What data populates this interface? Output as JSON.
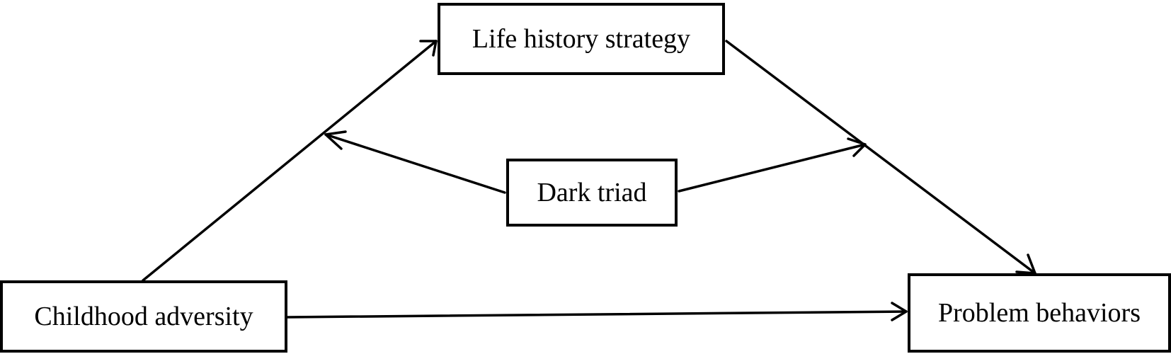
{
  "diagram": {
    "nodes": {
      "life_history_strategy": "Life history strategy",
      "dark_triad": "Dark triad",
      "childhood_adversity": "Childhood adversity",
      "problem_behaviors": "Problem behaviors"
    },
    "edges": [
      {
        "from": "childhood_adversity",
        "to": "life_history_strategy",
        "type": "directed"
      },
      {
        "from": "life_history_strategy",
        "to": "problem_behaviors",
        "type": "directed"
      },
      {
        "from": "childhood_adversity",
        "to": "problem_behaviors",
        "type": "directed"
      },
      {
        "from": "dark_triad",
        "to": "childhood_adversity->life_history_strategy",
        "type": "moderation"
      },
      {
        "from": "dark_triad",
        "to": "life_history_strategy->problem_behaviors",
        "type": "moderation"
      }
    ],
    "colors": {
      "stroke": "#000000",
      "background": "#ffffff"
    }
  }
}
